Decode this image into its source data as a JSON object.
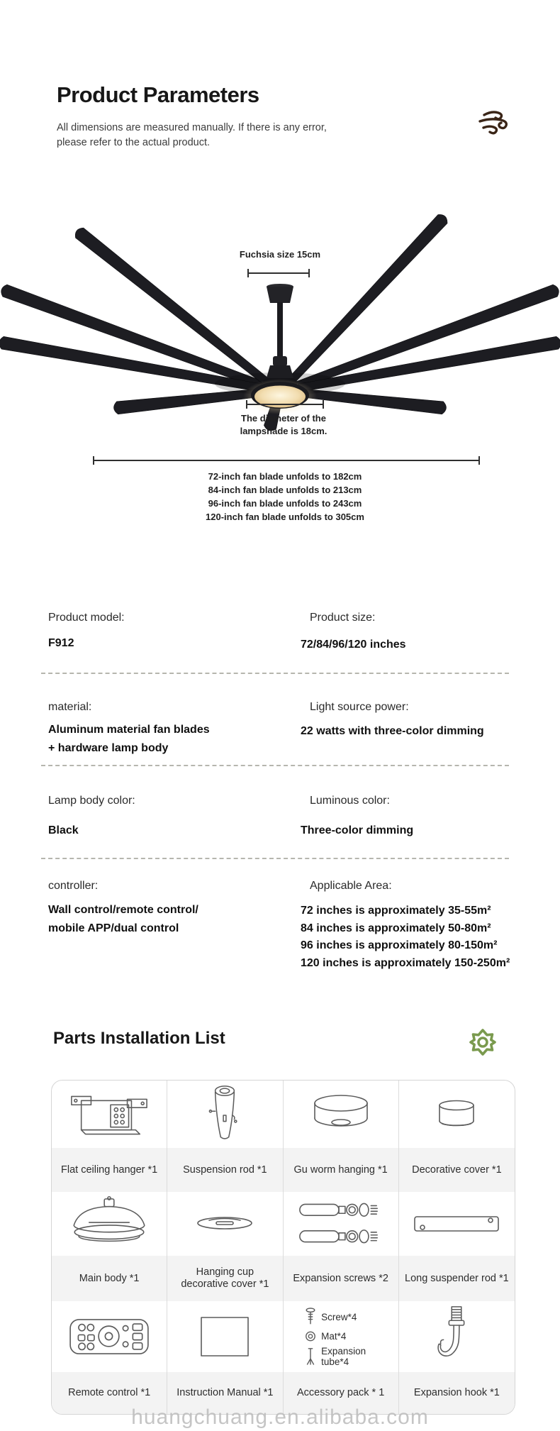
{
  "header": {
    "title": "Product Parameters",
    "subtitle1": "All dimensions are measured manually. If there is any error,",
    "subtitle2": "please refer to the actual product.",
    "wind_icon": "wind-gust-icon",
    "wind_icon_color": "#3a2517"
  },
  "diagram": {
    "product": "ceiling fan with light, black, 9 blades",
    "top_label": "Fuchsia size 15cm",
    "bottom_label1": "The diameter of the",
    "bottom_label2": "lampshade is 18cm.",
    "blade_lengths": [
      "72-inch fan blade unfolds to 182cm",
      "84-inch fan blade unfolds to 213cm",
      "96-inch fan blade unfolds to 243cm",
      "120-inch fan blade unfolds to 305cm"
    ]
  },
  "specs": {
    "rows": [
      {
        "left": {
          "label": "Product model:",
          "values": [
            "F912"
          ]
        },
        "right": {
          "label": "Product size:",
          "values": [
            "72/84/96/120 inches"
          ]
        }
      },
      {
        "left": {
          "label": "material:",
          "values": [
            "Aluminum material fan blades",
            "+ hardware lamp body"
          ]
        },
        "right": {
          "label": "Light source power:",
          "values": [
            "22 watts with three-color dimming"
          ]
        }
      },
      {
        "left": {
          "label": "Lamp body color:",
          "values": [
            "Black"
          ]
        },
        "right": {
          "label": "Luminous color:",
          "values": [
            "Three-color dimming"
          ]
        }
      },
      {
        "left": {
          "label": "controller:",
          "values": [
            "Wall control/remote control/",
            "mobile APP/dual control"
          ]
        },
        "right": {
          "label": "Applicable Area:",
          "values": [
            "72 inches is approximately 35-55m²",
            "84 inches is approximately 50-80m²",
            "96 inches is approximately 80-150m²",
            "120 inches is approximately 150-250m²"
          ]
        }
      }
    ]
  },
  "parts": {
    "heading": "Parts Installation List",
    "gear_icon": "gear-icon",
    "gear_icon_color": "#7a9a4e",
    "items": [
      {
        "icon": "flat-ceiling-hanger-icon",
        "label": "Flat ceiling hanger *1"
      },
      {
        "icon": "suspension-rod-icon",
        "label": "Suspension rod *1"
      },
      {
        "icon": "gu-worm-hanging-icon",
        "label": "Gu worm hanging *1"
      },
      {
        "icon": "decorative-cover-icon",
        "label": "Decorative cover *1"
      },
      {
        "icon": "main-body-icon",
        "label": "Main body *1"
      },
      {
        "icon": "hanging-cup-cover-icon",
        "label": "Hanging cup decorative cover *1"
      },
      {
        "icon": "expansion-screws-icon",
        "label": "Expansion screws *2"
      },
      {
        "icon": "long-suspender-rod-icon",
        "label": "Long suspender rod *1"
      },
      {
        "icon": "remote-control-icon",
        "label": "Remote control *1"
      },
      {
        "icon": "instruction-manual-icon",
        "label": "Instruction Manual *1"
      },
      {
        "icon": "accessory-pack-icon",
        "label": "Accessory pack * 1"
      },
      {
        "icon": "expansion-hook-icon",
        "label": "Expansion hook *1"
      }
    ],
    "accessory_items": [
      {
        "icon": "screw-icon",
        "label": "Screw*4"
      },
      {
        "icon": "mat-icon",
        "label": "Mat*4"
      },
      {
        "icon": "expansion-tube-icon",
        "label": "Expansion tube*4"
      }
    ]
  },
  "watermark": "huangchuang.en.alibaba.com"
}
